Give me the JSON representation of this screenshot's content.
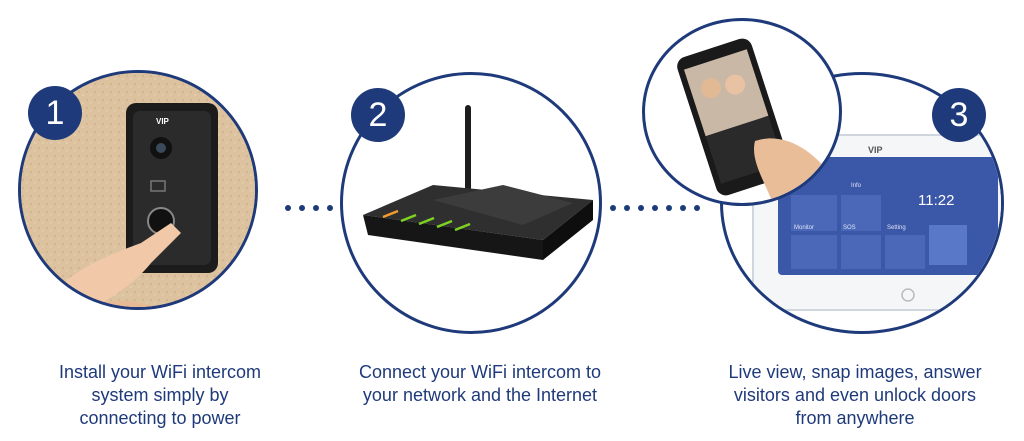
{
  "steps": [
    {
      "number": "1",
      "caption_lines": [
        "Install your WiFi intercom",
        "system simply by",
        "connecting to power"
      ]
    },
    {
      "number": "2",
      "caption_lines": [
        "Connect your WiFi intercom to",
        "your network and the Internet"
      ]
    },
    {
      "number": "3",
      "caption_lines": [
        "Live view, snap images, answer",
        "visitors and even unlock doors",
        "from anywhere"
      ]
    }
  ],
  "devices": {
    "doorbell_brand": "VIP",
    "monitor_brand": "VIP",
    "monitor_clock": "11:22",
    "monitor_tiles": [
      "Info",
      "Monitor",
      "SOS",
      "Setting"
    ]
  },
  "colors": {
    "accent": "#1f3a7a"
  }
}
